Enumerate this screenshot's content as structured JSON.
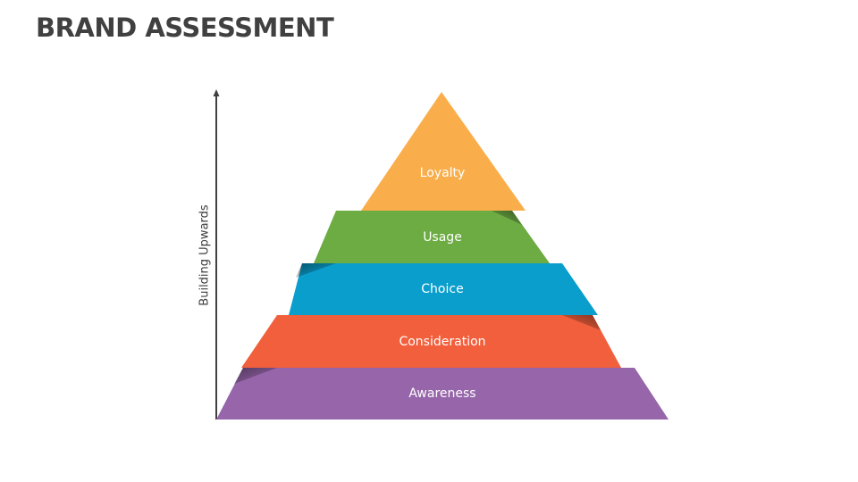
{
  "title": "BRAND ASSESSMENT",
  "axis": {
    "label": "Building Upwards",
    "color": "#404040"
  },
  "pyramid": {
    "layers": [
      {
        "label": "Loyalty",
        "color": "#F9AE4B"
      },
      {
        "label": "Usage",
        "color": "#6DAB43"
      },
      {
        "label": "Choice",
        "color": "#0A9ECC"
      },
      {
        "label": "Consideration",
        "color": "#F15F3C"
      },
      {
        "label": "Awareness",
        "color": "#9665AA"
      }
    ]
  }
}
